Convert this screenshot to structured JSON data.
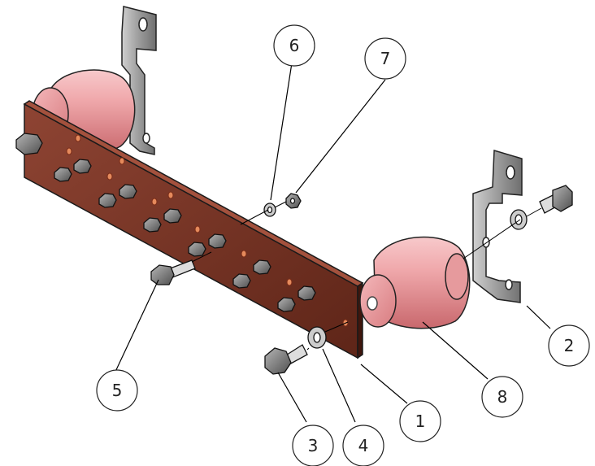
{
  "diagram": {
    "type": "exploded-assembly-view",
    "colors": {
      "busbar": "#7a3524",
      "insulator": "#e8a3a6",
      "bracket": "#8e8e8e",
      "hardware": "#6e6e6e",
      "leader": "#000000"
    },
    "balloons": [
      {
        "id": "1",
        "label": "1"
      },
      {
        "id": "2",
        "label": "2"
      },
      {
        "id": "3",
        "label": "3"
      },
      {
        "id": "4",
        "label": "4"
      },
      {
        "id": "5",
        "label": "5"
      },
      {
        "id": "6",
        "label": "6"
      },
      {
        "id": "7",
        "label": "7"
      },
      {
        "id": "8",
        "label": "8"
      }
    ]
  }
}
